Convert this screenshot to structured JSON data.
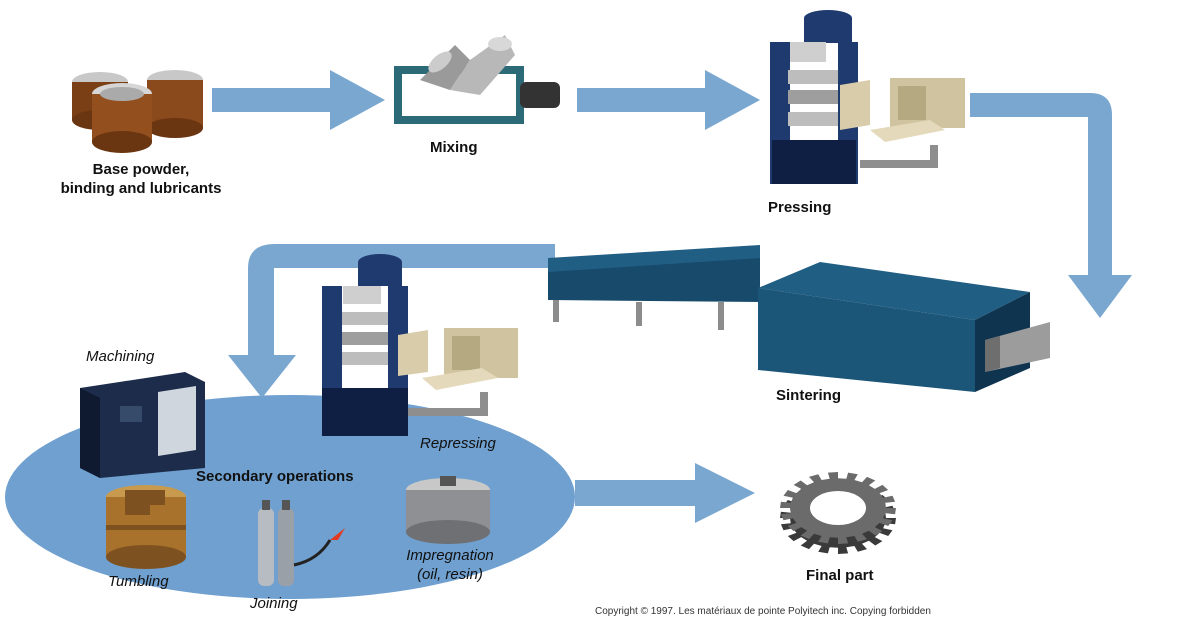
{
  "colors": {
    "arrow": "#7aa7d0",
    "ellipse": "#6fa0cf",
    "machine_blue": "#1f3a6e",
    "machine_dark": "#0f1f44",
    "furnace": "#174a6b",
    "furnace_dark": "#0e3450",
    "copper": "#8a4a1c",
    "tan": "#d9ccaa"
  },
  "icons": {
    "base_powder": "powder-cans-icon",
    "mixing": "v-mixer-icon",
    "pressing": "press-machine-icon",
    "sintering": "sintering-furnace-icon",
    "repressing": "press-machine-icon",
    "machining": "cnc-machine-icon",
    "tumbling": "tumbling-drum-icon",
    "joining": "gas-cylinders-icon",
    "impregnation": "impregnation-tank-icon",
    "final_part": "gear-icon"
  },
  "steps": {
    "base_powder": {
      "line1": "Base powder,",
      "line2": "binding and lubricants"
    },
    "mixing": "Mixing",
    "pressing": "Pressing",
    "sintering": "Sintering",
    "repressing": "Repressing",
    "final_part": "Final part"
  },
  "secondary": {
    "title": "Secondary operations",
    "machining": "Machining",
    "tumbling": "Tumbling",
    "joining": "Joining",
    "impregnation": {
      "line1": "Impregnation",
      "line2": "(oil, resin)"
    }
  },
  "copyright": "Copyright © 1997. Les matériaux de pointe Polyitech inc. Copying forbidden"
}
